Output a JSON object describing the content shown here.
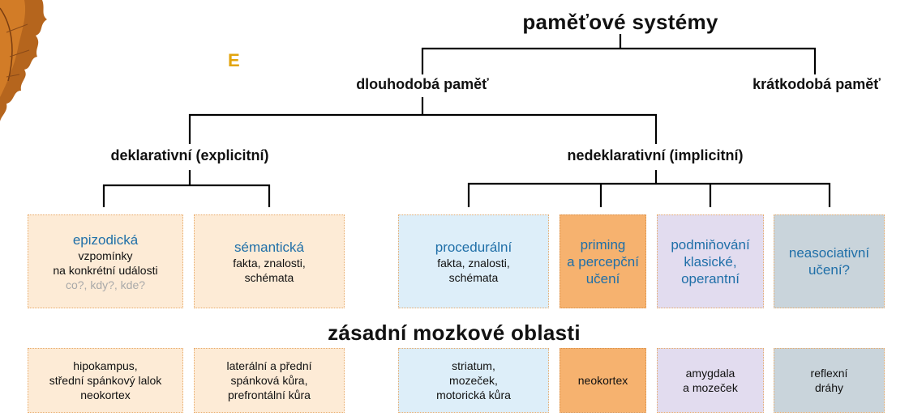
{
  "colors": {
    "title_blue": "#1f6fa8",
    "letter_gold": "#e2a40e",
    "box_peach": "#fdebd6",
    "box_blue": "#ddeef9",
    "box_orange": "#f6b26f",
    "box_lavender": "#e2dcef",
    "box_gray": "#c9d4db"
  },
  "panel_letter": "E",
  "root": "paměťové systémy",
  "level1": {
    "long_term": "dlouhodobá paměť",
    "short_term": "krátkodobá paměť"
  },
  "level2": {
    "declarative": "deklarativní (explicitní)",
    "nondeclarative": "nedeklarativní (implicitní)"
  },
  "types": {
    "episodic": {
      "title": "epizodická",
      "line1": "vzpomínky",
      "line2": "na konkrétní události",
      "line3": "co?, kdy?, kde?"
    },
    "semantic": {
      "title": "sémantická",
      "line1": "fakta, znalosti,",
      "line2": "schémata"
    },
    "procedural": {
      "title": "procedurální",
      "line1": "fakta, znalosti,",
      "line2": "schémata"
    },
    "priming": {
      "line1": "priming",
      "line2": "a percepční",
      "line3": "učení"
    },
    "conditioning": {
      "line1": "podmiňování",
      "line2": "klasické,",
      "line3": "operantní"
    },
    "nonassociative": {
      "line1": "neasociativní",
      "line2": "učení?"
    }
  },
  "regions_heading": "zásadní mozkové oblasti",
  "regions": {
    "episodic": [
      "hipokampus,",
      "střední spánkový lalok",
      "neokortex"
    ],
    "semantic": [
      "laterální a přední",
      "spánková kůra,",
      "prefrontální kůra"
    ],
    "procedural": [
      "striatum,",
      "mozeček,",
      "motorická kůra"
    ],
    "priming": [
      "neokortex"
    ],
    "conditioning": [
      "amygdala",
      "a mozeček"
    ],
    "nonassociative": [
      "reflexní",
      "dráhy"
    ]
  }
}
